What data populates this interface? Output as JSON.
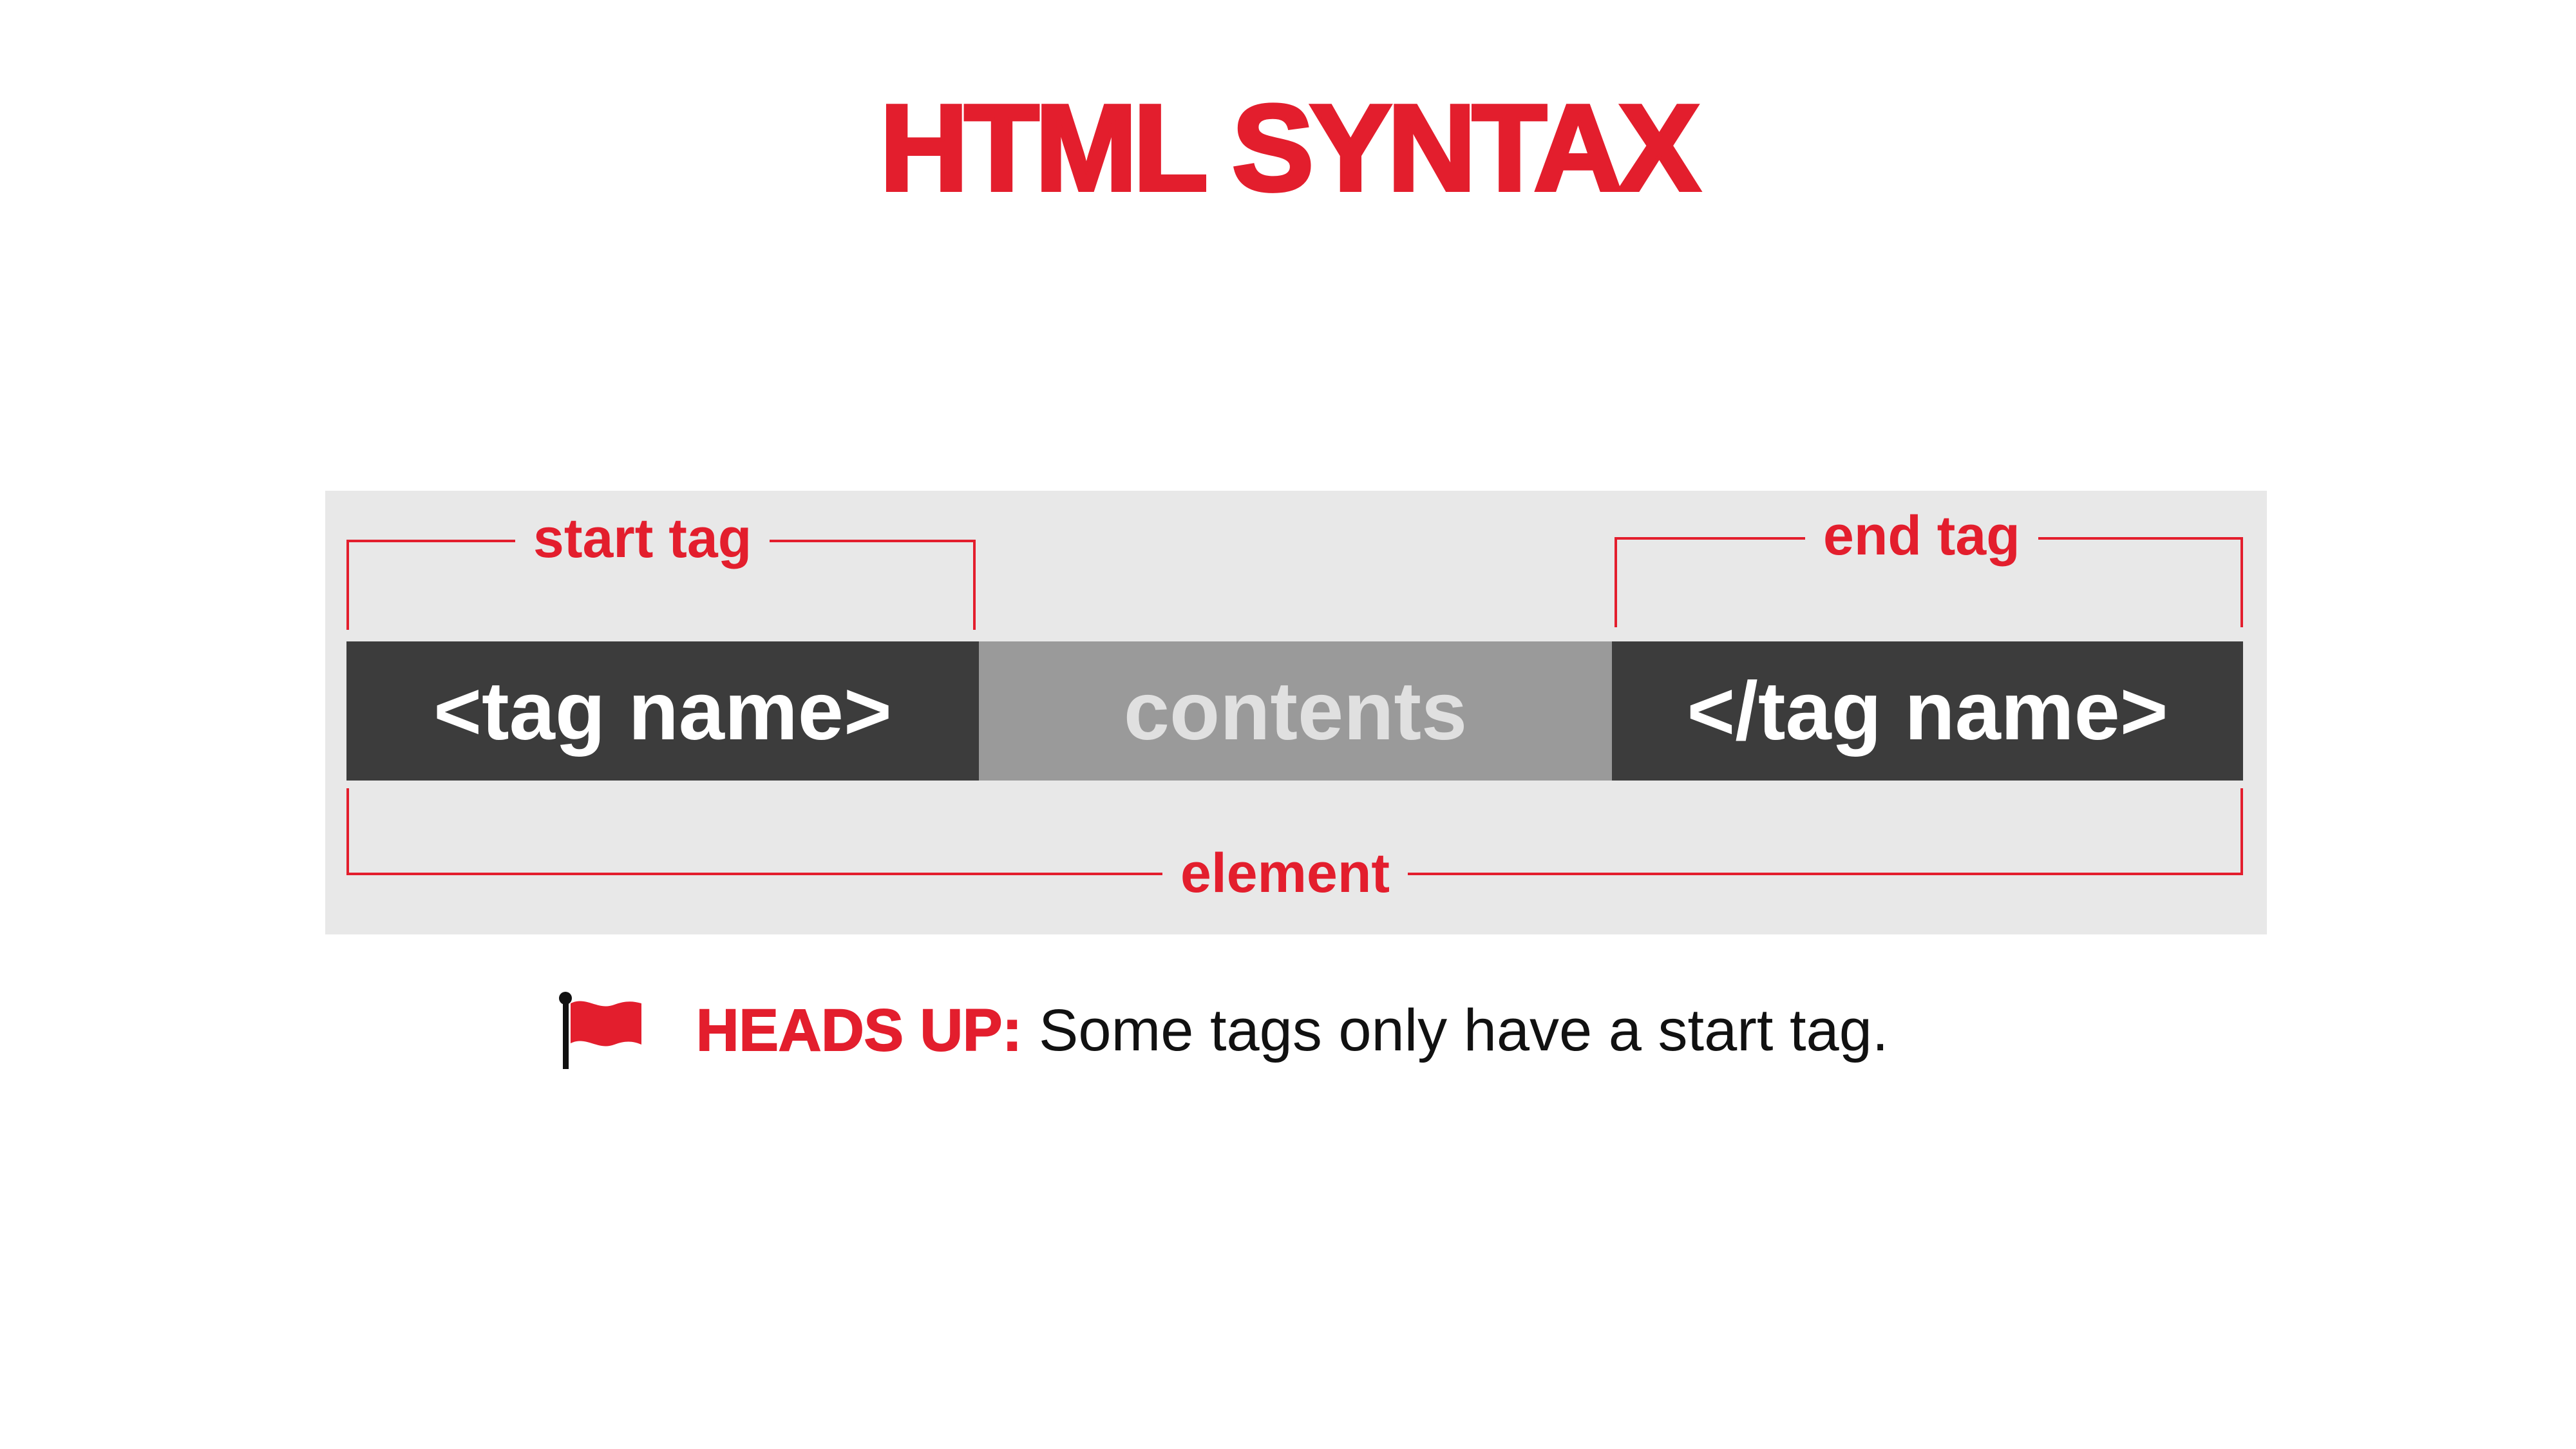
{
  "title": "HTML SYNTAX",
  "diagram": {
    "bars": {
      "start_tag_code": "<tag name>",
      "contents": "contents",
      "end_tag_code": "</tag name>"
    },
    "labels": {
      "start_tag": "start tag",
      "end_tag": "end tag",
      "element": "element"
    }
  },
  "note": {
    "icon": "flag-icon",
    "label": "HEADS UP:",
    "text": "Some tags only have a start tag."
  },
  "colors": {
    "accent": "#E31E2D",
    "panel": "#E8E8E8",
    "dark_bar": "#3C3C3C",
    "mid_bar": "#9A9A9A",
    "contents_text": "#E0E0E0"
  }
}
